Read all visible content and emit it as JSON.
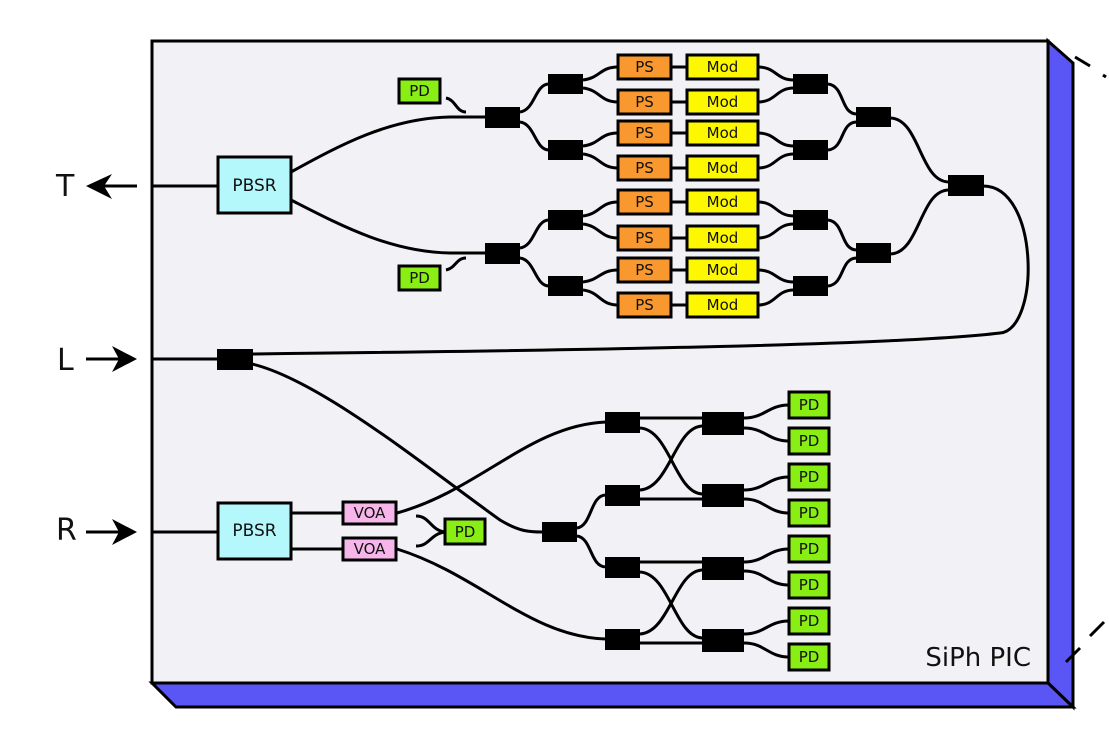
{
  "colors": {
    "chip_face": "#f2f2f6",
    "chip_edge": "#5a55f5",
    "pbsr": "#b4f8fb",
    "ps": "#f8982e",
    "mod": "#fdf700",
    "pd": "#88ee14",
    "voa": "#f6b6ea",
    "splitter": "#000000"
  },
  "ports": {
    "transmit": {
      "label": "T",
      "direction": "out"
    },
    "local_oscillator": {
      "label": "L",
      "direction": "in"
    },
    "receive": {
      "label": "R",
      "direction": "in"
    }
  },
  "chip": {
    "label": "SiPh PIC"
  },
  "transmitter": {
    "pbsr_label": "PBSR",
    "monitor_pd_labels": [
      "PD",
      "PD"
    ],
    "rows": [
      {
        "ps": "PS",
        "mod": "Mod"
      },
      {
        "ps": "PS",
        "mod": "Mod"
      },
      {
        "ps": "PS",
        "mod": "Mod"
      },
      {
        "ps": "PS",
        "mod": "Mod"
      },
      {
        "ps": "PS",
        "mod": "Mod"
      },
      {
        "ps": "PS",
        "mod": "Mod"
      },
      {
        "ps": "PS",
        "mod": "Mod"
      },
      {
        "ps": "PS",
        "mod": "Mod"
      }
    ]
  },
  "receiver": {
    "pbsr_label": "PBSR",
    "voa_labels": [
      "VOA",
      "VOA"
    ],
    "monitor_pd_label": "PD",
    "pd_labels": [
      "PD",
      "PD",
      "PD",
      "PD",
      "PD",
      "PD",
      "PD",
      "PD"
    ]
  }
}
